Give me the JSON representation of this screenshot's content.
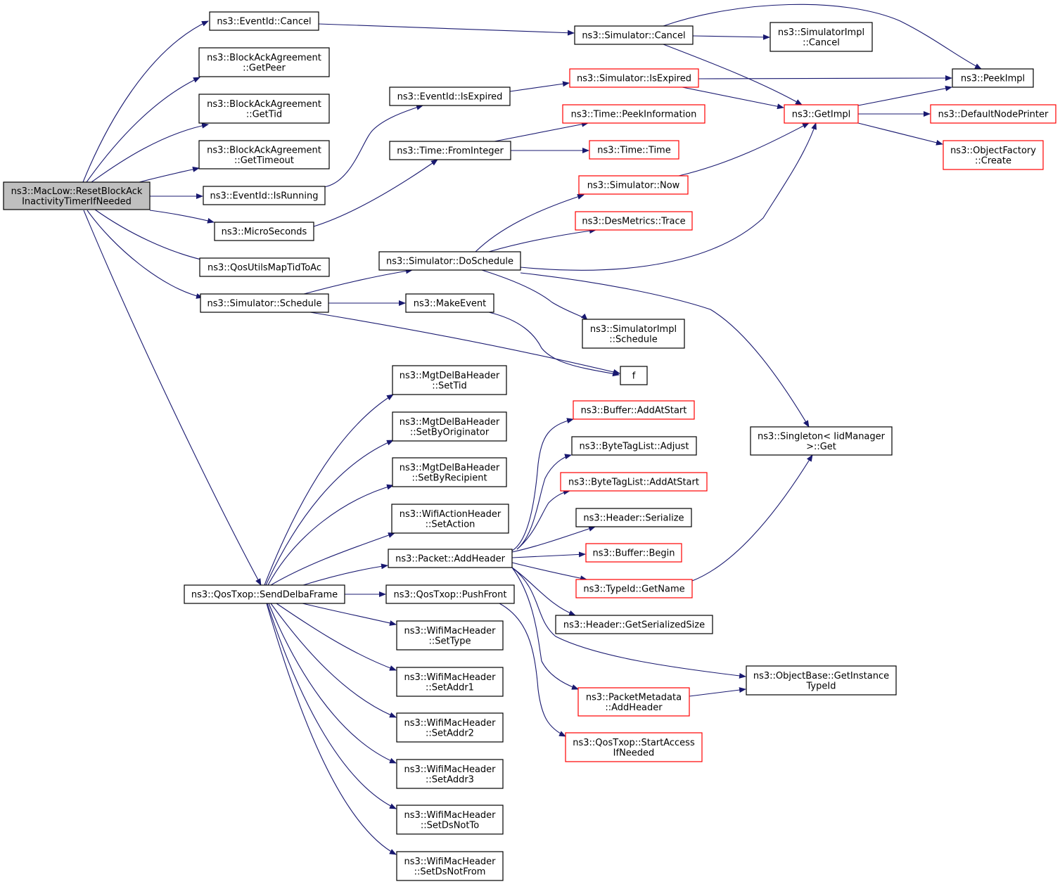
{
  "colors": {
    "edge": "#191970",
    "node_fill": "#ffffff",
    "root_fill": "#bfbfbf",
    "border_normal": "#000000",
    "border_truncated": "#ff0000"
  },
  "nodes": [
    {
      "id": "root",
      "lines": [
        "ns3::MacLow::ResetBlockAck",
        "InactivityTimerIfNeeded"
      ],
      "style": "root"
    },
    {
      "id": "eventid_cancel",
      "lines": [
        "ns3::EventId::Cancel"
      ],
      "style": "normal"
    },
    {
      "id": "ba_getpeer",
      "lines": [
        "ns3::BlockAckAgreement",
        "::GetPeer"
      ],
      "style": "normal"
    },
    {
      "id": "ba_gettid",
      "lines": [
        "ns3::BlockAckAgreement",
        "::GetTid"
      ],
      "style": "normal"
    },
    {
      "id": "ba_gettimeout",
      "lines": [
        "ns3::BlockAckAgreement",
        "::GetTimeout"
      ],
      "style": "normal"
    },
    {
      "id": "eventid_isrunning",
      "lines": [
        "ns3::EventId::IsRunning"
      ],
      "style": "normal"
    },
    {
      "id": "microseconds",
      "lines": [
        "ns3::MicroSeconds"
      ],
      "style": "normal"
    },
    {
      "id": "qosutils",
      "lines": [
        "ns3::QosUtilsMapTidToAc"
      ],
      "style": "normal"
    },
    {
      "id": "sim_schedule",
      "lines": [
        "ns3::Simulator::Schedule"
      ],
      "style": "normal"
    },
    {
      "id": "senddelba",
      "lines": [
        "ns3::QosTxop::SendDelbaFrame"
      ],
      "style": "normal"
    },
    {
      "id": "sim_cancel",
      "lines": [
        "ns3::Simulator::Cancel"
      ],
      "style": "normal"
    },
    {
      "id": "simimpl_cancel",
      "lines": [
        "ns3::SimulatorImpl",
        "::Cancel"
      ],
      "style": "normal"
    },
    {
      "id": "peekimpl",
      "lines": [
        "ns3::PeekImpl"
      ],
      "style": "normal"
    },
    {
      "id": "eventid_isexpired",
      "lines": [
        "ns3::EventId::IsExpired"
      ],
      "style": "normal"
    },
    {
      "id": "sim_isexpired",
      "lines": [
        "ns3::Simulator::IsExpired"
      ],
      "style": "truncated"
    },
    {
      "id": "getimpl",
      "lines": [
        "ns3::GetImpl"
      ],
      "style": "truncated"
    },
    {
      "id": "defaultnodeprinter",
      "lines": [
        "ns3::DefaultNodePrinter"
      ],
      "style": "truncated"
    },
    {
      "id": "objfactory_create",
      "lines": [
        "ns3::ObjectFactory",
        "::Create"
      ],
      "style": "truncated"
    },
    {
      "id": "time_peekinfo",
      "lines": [
        "ns3::Time::PeekInformation"
      ],
      "style": "truncated"
    },
    {
      "id": "time_frominteger",
      "lines": [
        "ns3::Time::FromInteger"
      ],
      "style": "normal"
    },
    {
      "id": "time_time",
      "lines": [
        "ns3::Time::Time"
      ],
      "style": "truncated"
    },
    {
      "id": "sim_now",
      "lines": [
        "ns3::Simulator::Now"
      ],
      "style": "truncated"
    },
    {
      "id": "desmetrics_trace",
      "lines": [
        "ns3::DesMetrics::Trace"
      ],
      "style": "truncated"
    },
    {
      "id": "sim_doschedule",
      "lines": [
        "ns3::Simulator::DoSchedule"
      ],
      "style": "normal"
    },
    {
      "id": "makeevent",
      "lines": [
        "ns3::MakeEvent"
      ],
      "style": "normal"
    },
    {
      "id": "simimpl_schedule",
      "lines": [
        "ns3::SimulatorImpl",
        "::Schedule"
      ],
      "style": "normal"
    },
    {
      "id": "f",
      "lines": [
        "f"
      ],
      "style": "normal"
    },
    {
      "id": "singleton_get",
      "lines": [
        "ns3::Singleton< IidManager",
        ">::Get"
      ],
      "style": "normal"
    },
    {
      "id": "mgt_settid",
      "lines": [
        "ns3::MgtDelBaHeader",
        "::SetTid"
      ],
      "style": "normal"
    },
    {
      "id": "mgt_setbyorig",
      "lines": [
        "ns3::MgtDelBaHeader",
        "::SetByOriginator"
      ],
      "style": "normal"
    },
    {
      "id": "mgt_setbyrecip",
      "lines": [
        "ns3::MgtDelBaHeader",
        "::SetByRecipient"
      ],
      "style": "normal"
    },
    {
      "id": "wifiaction_setaction",
      "lines": [
        "ns3::WifiActionHeader",
        "::SetAction"
      ],
      "style": "normal"
    },
    {
      "id": "packet_addheader",
      "lines": [
        "ns3::Packet::AddHeader"
      ],
      "style": "normal"
    },
    {
      "id": "qostxop_pushfront",
      "lines": [
        "ns3::QosTxop::PushFront"
      ],
      "style": "normal"
    },
    {
      "id": "wmh_settype",
      "lines": [
        "ns3::WifiMacHeader",
        "::SetType"
      ],
      "style": "normal"
    },
    {
      "id": "wmh_setaddr1",
      "lines": [
        "ns3::WifiMacHeader",
        "::SetAddr1"
      ],
      "style": "normal"
    },
    {
      "id": "wmh_setaddr2",
      "lines": [
        "ns3::WifiMacHeader",
        "::SetAddr2"
      ],
      "style": "normal"
    },
    {
      "id": "wmh_setaddr3",
      "lines": [
        "ns3::WifiMacHeader",
        "::SetAddr3"
      ],
      "style": "normal"
    },
    {
      "id": "wmh_setdsnotto",
      "lines": [
        "ns3::WifiMacHeader",
        "::SetDsNotTo"
      ],
      "style": "normal"
    },
    {
      "id": "wmh_setdsnotfrom",
      "lines": [
        "ns3::WifiMacHeader",
        "::SetDsNotFrom"
      ],
      "style": "normal"
    },
    {
      "id": "buffer_addatstart",
      "lines": [
        "ns3::Buffer::AddAtStart"
      ],
      "style": "truncated"
    },
    {
      "id": "btl_adjust",
      "lines": [
        "ns3::ByteTagList::Adjust"
      ],
      "style": "normal"
    },
    {
      "id": "btl_addatstart",
      "lines": [
        "ns3::ByteTagList::AddAtStart"
      ],
      "style": "truncated"
    },
    {
      "id": "header_serialize",
      "lines": [
        "ns3::Header::Serialize"
      ],
      "style": "normal"
    },
    {
      "id": "buffer_begin",
      "lines": [
        "ns3::Buffer::Begin"
      ],
      "style": "truncated"
    },
    {
      "id": "typeid_getname",
      "lines": [
        "ns3::TypeId::GetName"
      ],
      "style": "truncated"
    },
    {
      "id": "header_getsersize",
      "lines": [
        "ns3::Header::GetSerializedSize"
      ],
      "style": "normal"
    },
    {
      "id": "objbase_getinst",
      "lines": [
        "ns3::ObjectBase::GetInstance",
        "TypeId"
      ],
      "style": "normal"
    },
    {
      "id": "pktmeta_addheader",
      "lines": [
        "ns3::PacketMetadata",
        "::AddHeader"
      ],
      "style": "truncated"
    },
    {
      "id": "qostxop_startaccess",
      "lines": [
        "ns3::QosTxop::StartAccess",
        "IfNeeded"
      ],
      "style": "truncated"
    }
  ],
  "edges": [
    {
      "from": "root",
      "to": "eventid_cancel"
    },
    {
      "from": "root",
      "to": "ba_getpeer"
    },
    {
      "from": "root",
      "to": "ba_gettid"
    },
    {
      "from": "root",
      "to": "ba_gettimeout"
    },
    {
      "from": "root",
      "to": "eventid_isrunning"
    },
    {
      "from": "root",
      "to": "microseconds"
    },
    {
      "from": "root",
      "to": "qosutils"
    },
    {
      "from": "root",
      "to": "sim_schedule"
    },
    {
      "from": "root",
      "to": "senddelba"
    },
    {
      "from": "eventid_cancel",
      "to": "sim_cancel"
    },
    {
      "from": "sim_cancel",
      "to": "simimpl_cancel"
    },
    {
      "from": "sim_cancel",
      "to": "peekimpl"
    },
    {
      "from": "sim_cancel",
      "to": "getimpl"
    },
    {
      "from": "eventid_isrunning",
      "to": "eventid_isexpired"
    },
    {
      "from": "eventid_isexpired",
      "to": "sim_isexpired"
    },
    {
      "from": "sim_isexpired",
      "to": "peekimpl"
    },
    {
      "from": "sim_isexpired",
      "to": "getimpl"
    },
    {
      "from": "getimpl",
      "to": "peekimpl"
    },
    {
      "from": "getimpl",
      "to": "defaultnodeprinter"
    },
    {
      "from": "getimpl",
      "to": "objfactory_create"
    },
    {
      "from": "microseconds",
      "to": "time_frominteger"
    },
    {
      "from": "time_frominteger",
      "to": "time_peekinfo"
    },
    {
      "from": "time_frominteger",
      "to": "time_time"
    },
    {
      "from": "sim_now",
      "to": "getimpl"
    },
    {
      "from": "sim_schedule",
      "to": "sim_doschedule"
    },
    {
      "from": "sim_schedule",
      "to": "makeevent"
    },
    {
      "from": "sim_schedule",
      "to": "f"
    },
    {
      "from": "sim_doschedule",
      "to": "sim_now"
    },
    {
      "from": "sim_doschedule",
      "to": "desmetrics_trace"
    },
    {
      "from": "sim_doschedule",
      "to": "getimpl"
    },
    {
      "from": "sim_doschedule",
      "to": "simimpl_schedule"
    },
    {
      "from": "sim_doschedule",
      "to": "singleton_get"
    },
    {
      "from": "makeevent",
      "to": "f"
    },
    {
      "from": "senddelba",
      "to": "mgt_settid"
    },
    {
      "from": "senddelba",
      "to": "mgt_setbyorig"
    },
    {
      "from": "senddelba",
      "to": "mgt_setbyrecip"
    },
    {
      "from": "senddelba",
      "to": "wifiaction_setaction"
    },
    {
      "from": "senddelba",
      "to": "packet_addheader"
    },
    {
      "from": "senddelba",
      "to": "qostxop_pushfront"
    },
    {
      "from": "senddelba",
      "to": "wmh_settype"
    },
    {
      "from": "senddelba",
      "to": "wmh_setaddr1"
    },
    {
      "from": "senddelba",
      "to": "wmh_setaddr2"
    },
    {
      "from": "senddelba",
      "to": "wmh_setaddr3"
    },
    {
      "from": "senddelba",
      "to": "wmh_setdsnotto"
    },
    {
      "from": "senddelba",
      "to": "wmh_setdsnotfrom"
    },
    {
      "from": "packet_addheader",
      "to": "buffer_addatstart"
    },
    {
      "from": "packet_addheader",
      "to": "btl_adjust"
    },
    {
      "from": "packet_addheader",
      "to": "btl_addatstart"
    },
    {
      "from": "packet_addheader",
      "to": "header_serialize"
    },
    {
      "from": "packet_addheader",
      "to": "buffer_begin"
    },
    {
      "from": "packet_addheader",
      "to": "typeid_getname"
    },
    {
      "from": "packet_addheader",
      "to": "header_getsersize"
    },
    {
      "from": "packet_addheader",
      "to": "objbase_getinst"
    },
    {
      "from": "packet_addheader",
      "to": "pktmeta_addheader"
    },
    {
      "from": "typeid_getname",
      "to": "singleton_get"
    },
    {
      "from": "pktmeta_addheader",
      "to": "objbase_getinst"
    },
    {
      "from": "qostxop_pushfront",
      "to": "qostxop_startaccess"
    }
  ]
}
